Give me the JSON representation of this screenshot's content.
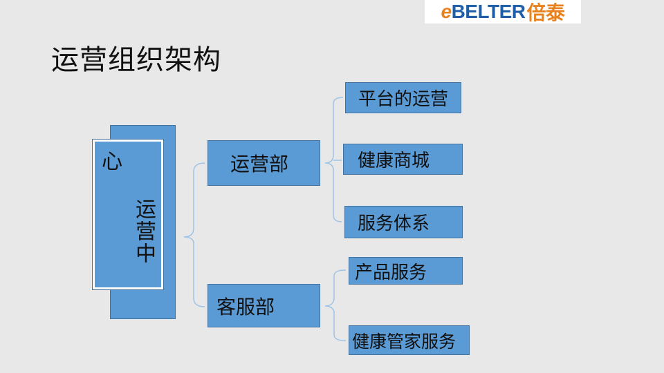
{
  "logo": {
    "prefix": "e",
    "brand": "BELTER",
    "chinese": "倍泰"
  },
  "title": "运营组织架构",
  "center": {
    "top_char": "心",
    "vertical_text": "运营中"
  },
  "departments": [
    {
      "label": "运营部",
      "children": [
        "平台的运营",
        "健康商城",
        "服务体系"
      ]
    },
    {
      "label": "客服部",
      "children": [
        "产品服务",
        "健康管家服务"
      ]
    }
  ],
  "colors": {
    "box_fill": "#5b9bd5",
    "box_border": "#41719c",
    "line": "#9dc3e6",
    "background": "#e8e8e8"
  }
}
